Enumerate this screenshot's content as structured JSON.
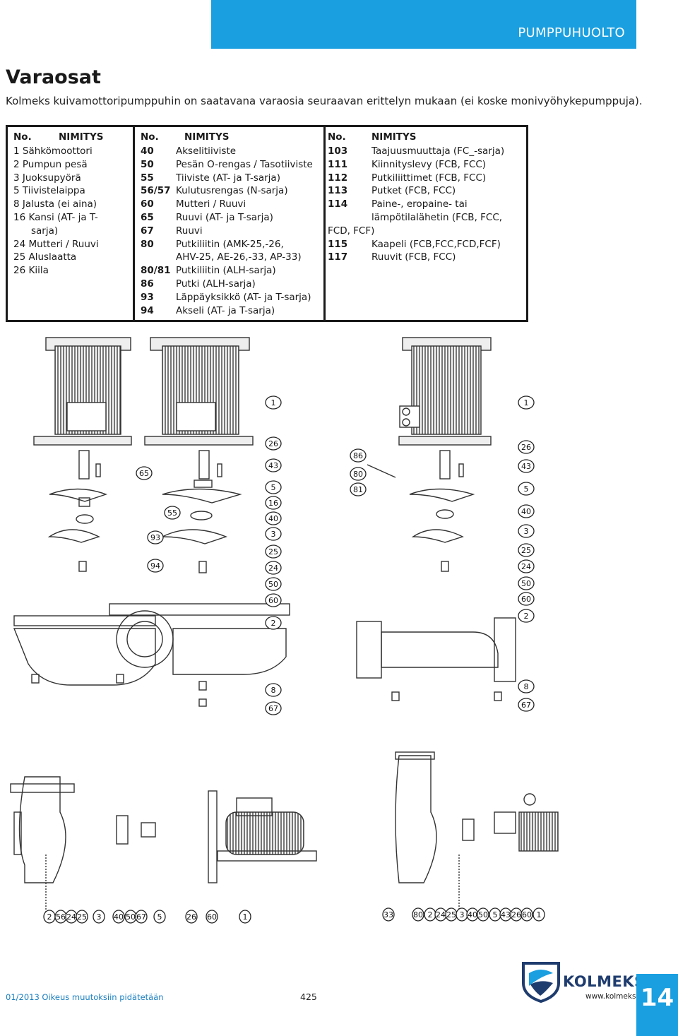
{
  "header": {
    "section": "PUMPPUHUOLTO"
  },
  "title": "Varaosat",
  "intro": "Kolmeks kuivamottoripumppuhin on saatavana varaosia seuraavan erittelyn mukaan (ei koske monivyöhykepumppuja).",
  "table": {
    "header_no": "No.",
    "header_name": "NIMITYS",
    "col1": [
      {
        "line": "1 Sähkömoottori"
      },
      {
        "line": "2 Pumpun pesä"
      },
      {
        "line": "3 Juoksupyörä"
      },
      {
        "line": "5 Tiivistelaippa"
      },
      {
        "line": "8 Jalusta (ei aina)"
      },
      {
        "line": "16 Kansi (AT- ja T-"
      },
      {
        "line": "sarja)"
      },
      {
        "line": "24 Mutteri / Ruuvi"
      },
      {
        "line": "25 Aluslaatta"
      },
      {
        "line": "26 Kiila"
      }
    ],
    "col2": [
      {
        "no": "40",
        "name": "Akselitiiviste"
      },
      {
        "no": "50",
        "name": "Pesän O-rengas / Tasotiiviste"
      },
      {
        "no": "55",
        "name": "Tiiviste (AT- ja T-sarja)"
      },
      {
        "no": "56/57",
        "name": "Kulutusrengas (N-sarja)"
      },
      {
        "no": "60",
        "name": "Mutteri / Ruuvi"
      },
      {
        "no": "65",
        "name": "Ruuvi (AT- ja T-sarja)"
      },
      {
        "no": "67",
        "name": "Ruuvi"
      },
      {
        "no": "80",
        "name": "Putkiliitin (AMK-25,-26,"
      },
      {
        "no": "",
        "name": "AHV-25, AE-26,-33, AP-33)"
      },
      {
        "no": "80/81",
        "name": "Putkiliitin (ALH-sarja)"
      },
      {
        "no": "86",
        "name": "Putki (ALH-sarja)"
      },
      {
        "no": "93",
        "name": "Läppäyksikkö (AT- ja T-sarja)"
      },
      {
        "no": "94",
        "name": "Akseli (AT- ja T-sarja)"
      }
    ],
    "col3": [
      {
        "no": "103",
        "name": "Taajuusmuuttaja (FC_-sarja)"
      },
      {
        "no": "111",
        "name": "Kiinnityslevy (FCB, FCC)"
      },
      {
        "no": "112",
        "name": "Putkiliittimet (FCB, FCC)"
      },
      {
        "no": "113",
        "name": "Putket (FCB, FCC)"
      },
      {
        "no": "114",
        "name": "Paine-, eropaine- tai"
      },
      {
        "no": "",
        "name": "lämpötilalähetin (FCB, FCC,"
      },
      {
        "no": "FCD, FCF)",
        "name": ""
      },
      {
        "no": "115",
        "name": "Kaapeli (FCB,FCC,FCD,FCF)"
      },
      {
        "no": "117",
        "name": "Ruuvit (FCB, FCC)"
      }
    ]
  },
  "drawing_left": {
    "callouts": [
      "1",
      "26",
      "43",
      "5",
      "16",
      "40",
      "3",
      "25",
      "24",
      "50",
      "60",
      "2",
      "8",
      "67",
      "65",
      "55",
      "93",
      "94"
    ]
  },
  "drawing_right": {
    "callouts": [
      "1",
      "26",
      "43",
      "5",
      "40",
      "3",
      "25",
      "24",
      "50",
      "60",
      "2",
      "8",
      "67",
      "86",
      "80",
      "81"
    ]
  },
  "drawing_bottom_left": {
    "callouts": [
      "2",
      "56",
      "24",
      "25",
      "3",
      "40",
      "50",
      "67",
      "5",
      "26",
      "60",
      "1"
    ]
  },
  "drawing_bottom_right": {
    "callouts": [
      "33",
      "80",
      "2",
      "24",
      "25",
      "3",
      "40",
      "50",
      "5",
      "43",
      "26",
      "60",
      "1"
    ]
  },
  "footer": {
    "date_note": "01/2013 Oikeus muutoksiin pidätetään",
    "code": "425",
    "brand": "KOLMEKS",
    "website": "www.kolmeks.fi",
    "page_number": "14"
  },
  "colors": {
    "accent": "#1a9fe0",
    "brand_dark": "#1f3c6e"
  }
}
